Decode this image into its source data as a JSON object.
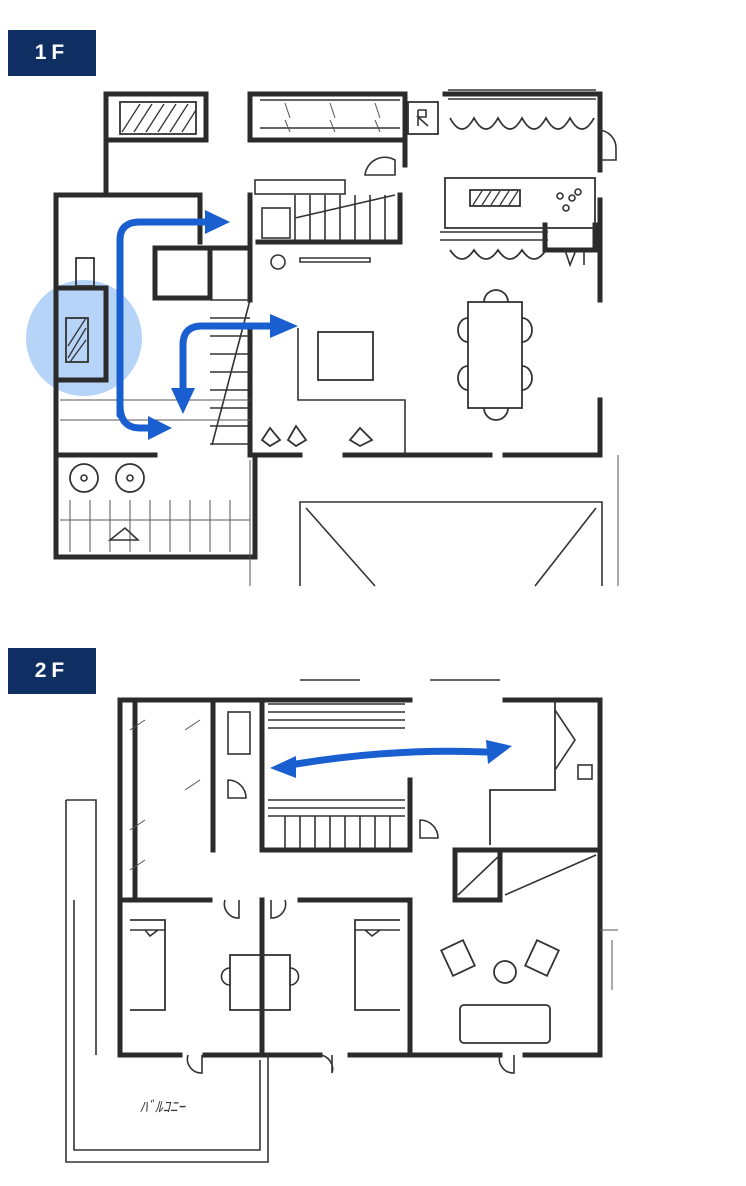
{
  "colors": {
    "badge_bg": "#0f2f63",
    "arrow": "#1a5fd0",
    "highlight": "#a9cdf7",
    "ink": "#2b2b2b"
  },
  "floors": [
    {
      "label": "1F"
    },
    {
      "label": "2F",
      "notes": {
        "balcony_label": "ﾊﾞﾙｺﾆｰ"
      }
    }
  ]
}
